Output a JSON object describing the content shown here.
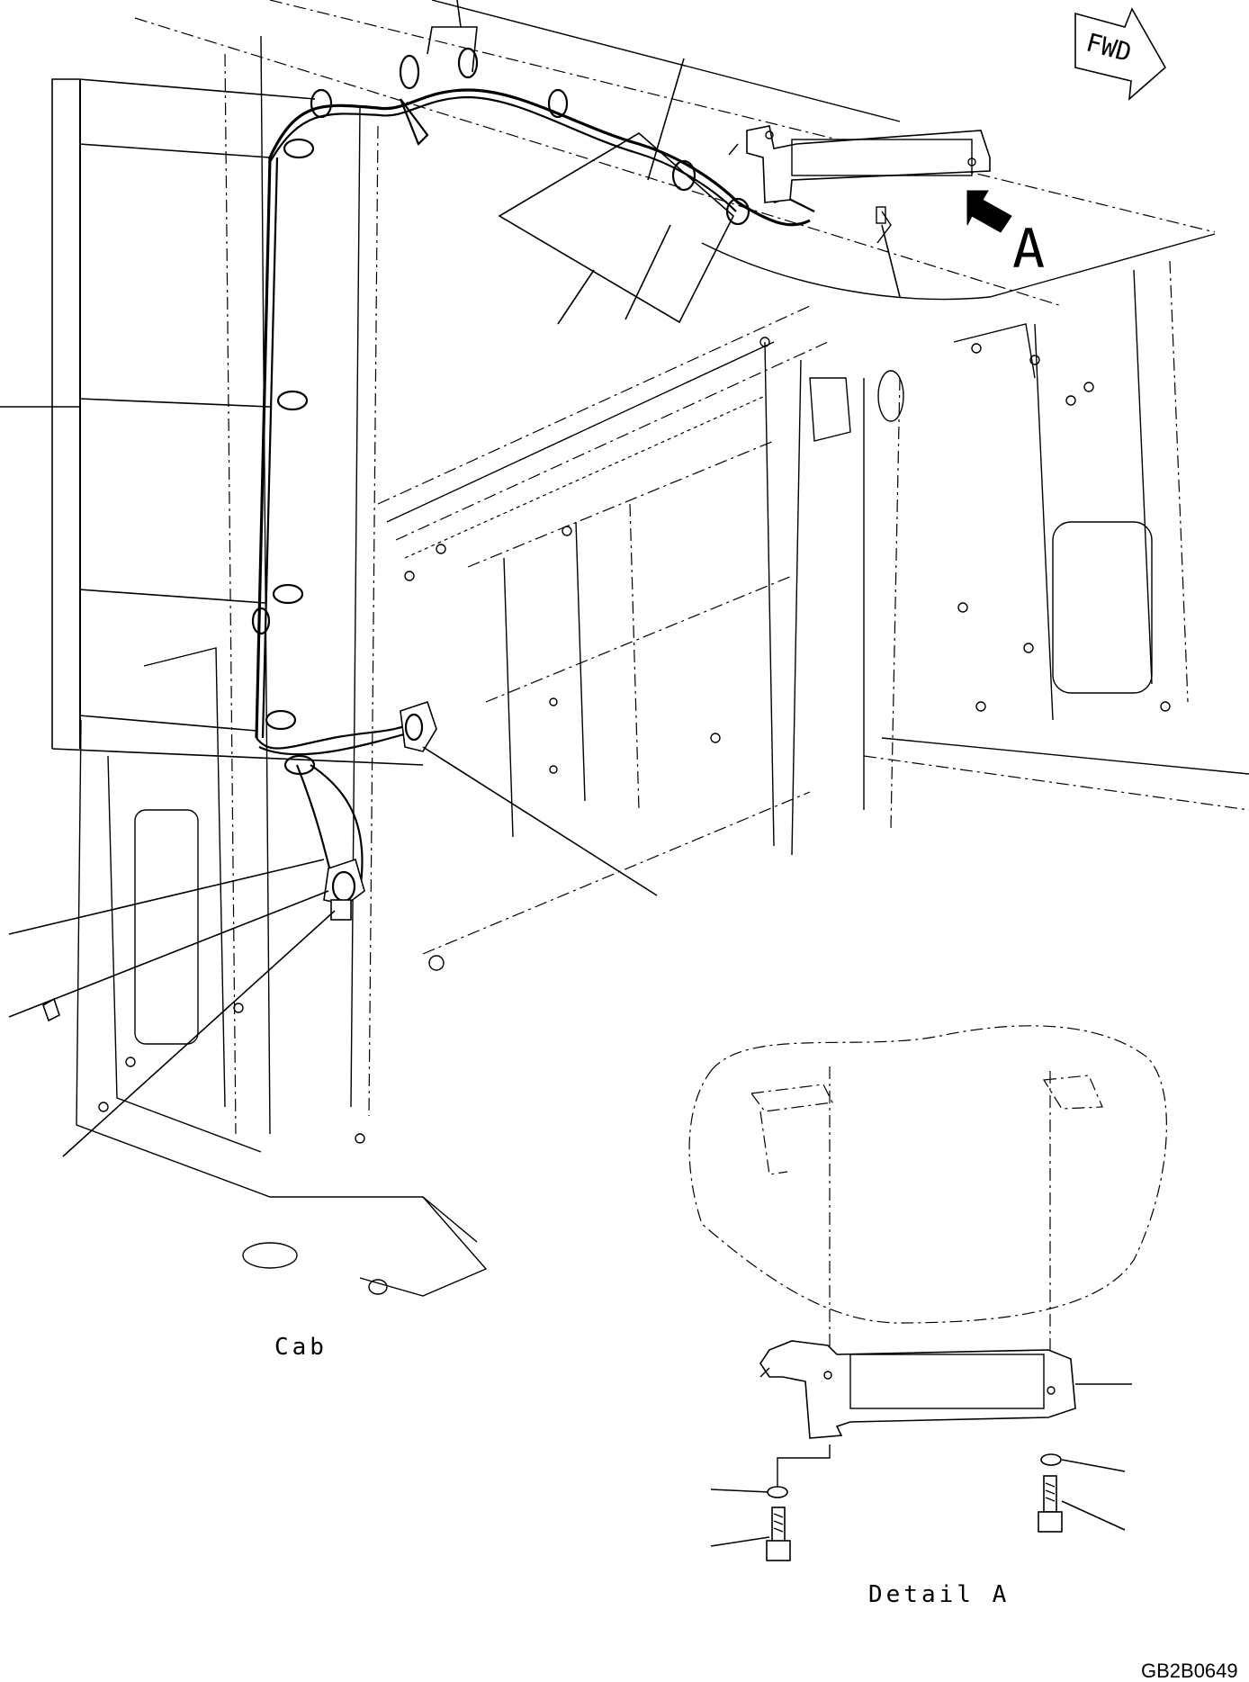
{
  "labels": {
    "fwd": "FWD",
    "view_marker": "A",
    "cab_caption": "Cab",
    "detail_caption": "Detail A",
    "drawing_number": "GB2B0649"
  }
}
